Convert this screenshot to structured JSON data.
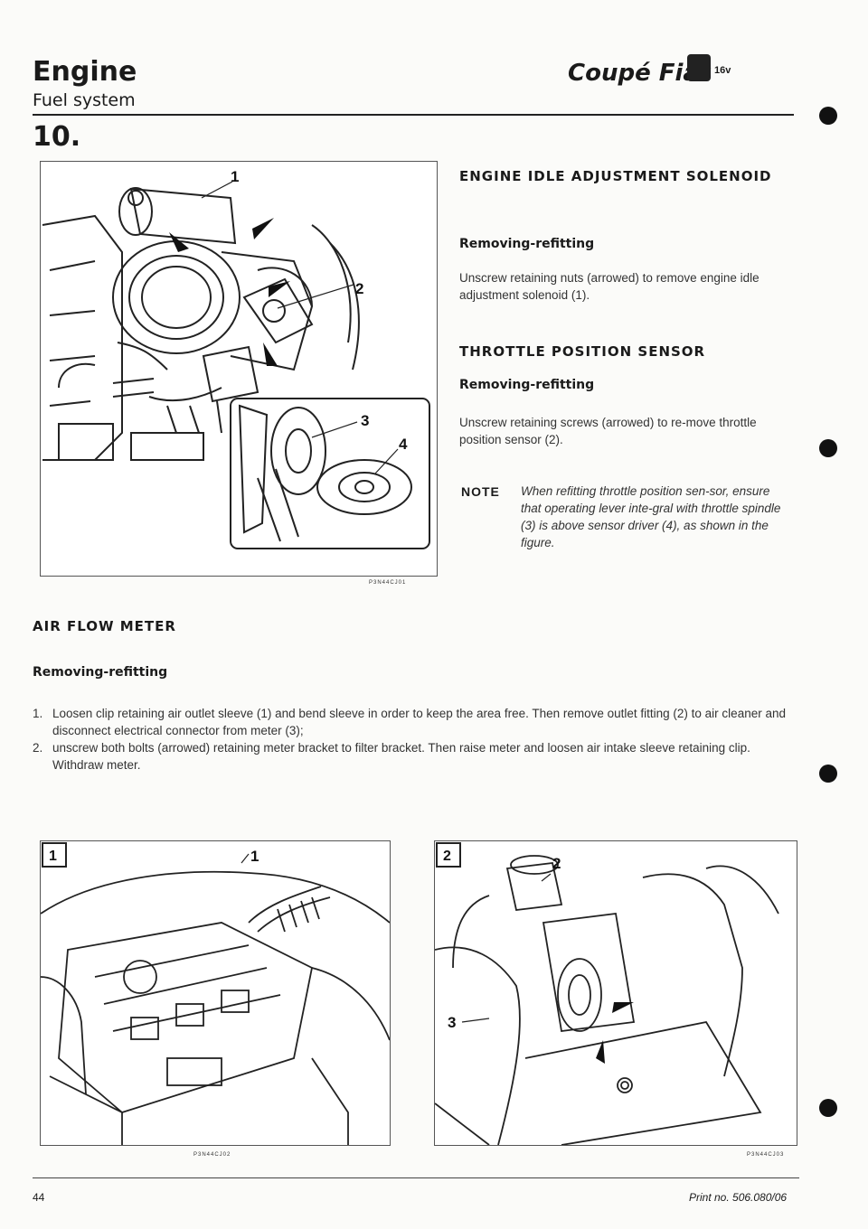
{
  "header": {
    "section": "Engine",
    "subsection": "Fuel system",
    "brand": "Coupé Fiat",
    "version": "16v"
  },
  "page_section_number": "10.",
  "figures": {
    "main": {
      "code": "P3N44CJ01",
      "callouts": [
        "1",
        "2",
        "3",
        "4"
      ]
    },
    "fig1": {
      "panel_label": "1",
      "callouts": [
        "1"
      ],
      "code": "P3N44CJ02"
    },
    "fig2": {
      "panel_label": "2",
      "callouts": [
        "2",
        "3"
      ],
      "code": "P3N44CJ03"
    }
  },
  "idle_solenoid": {
    "heading": "ENGINE IDLE ADJUSTMENT SOLENOID",
    "subheading": "Removing-refitting",
    "text": "Unscrew retaining nuts (arrowed) to remove engine idle adjustment solenoid (1)."
  },
  "throttle_sensor": {
    "heading": "THROTTLE POSITION SENSOR",
    "subheading": "Removing-refitting",
    "text": "Unscrew retaining screws (arrowed) to re-move throttle position sensor (2).",
    "note_label": "NOTE",
    "note_text": "When refitting throttle position sen-sor, ensure that operating lever inte-gral with throttle spindle (3) is above sensor driver (4), as shown in the figure."
  },
  "air_flow_meter": {
    "heading": "AIR FLOW METER",
    "subheading": "Removing-refitting",
    "steps": [
      {
        "num": "1.",
        "text": "Loosen clip retaining air outlet sleeve (1) and bend sleeve in order to keep the area free. Then remove outlet fitting (2) to air cleaner and disconnect electrical connector from meter (3);"
      },
      {
        "num": "2.",
        "text": "unscrew both bolts (arrowed) retaining meter bracket to filter bracket. Then raise meter and loosen air intake sleeve retaining clip. Withdraw meter."
      }
    ]
  },
  "footer": {
    "page_number": "44",
    "print_number": "Print no. 506.080/06"
  }
}
